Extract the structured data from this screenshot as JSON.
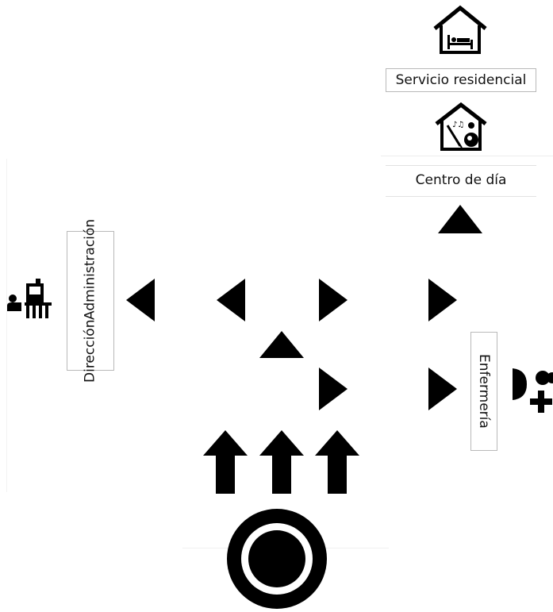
{
  "labels": {
    "residential": "Servicio residencial",
    "day_center": "Centro de día",
    "direction_line1": "Dirección",
    "direction_line2": "Administración",
    "nursing": "Enfermería"
  },
  "icons": {
    "residential": "house-bed-icon",
    "day_center": "house-music-icon",
    "office": "office-desk-icon",
    "nursing": "nurse-cross-icon",
    "start": "you-are-here-icon"
  },
  "colors": {
    "ink": "#000000",
    "border": "#b9b9b9",
    "faint": "#ededed"
  }
}
